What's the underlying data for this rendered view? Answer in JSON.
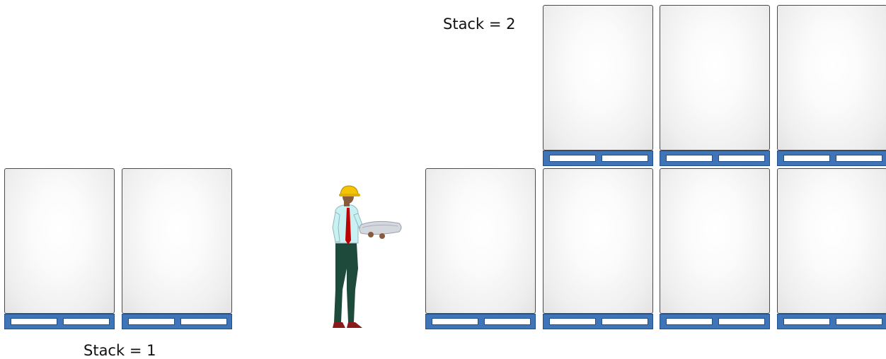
{
  "labels": {
    "stack_1": "Stack = 1",
    "stack_2": "Stack = 2"
  },
  "icons": {
    "worker": "warehouse-worker-with-hardhat-icon"
  },
  "colors": {
    "pallet": "#3f74b6",
    "pallet_border": "#1f4f8c",
    "hardhat": "#f5c400",
    "shirt": "#c9f0f2",
    "trousers": "#1e4a3c",
    "tie": "#c00000"
  },
  "stacks": [
    {
      "name": "stack-1",
      "levels": 1,
      "columns": 2
    },
    {
      "name": "stack-2",
      "levels": 2,
      "columns": 4
    }
  ]
}
